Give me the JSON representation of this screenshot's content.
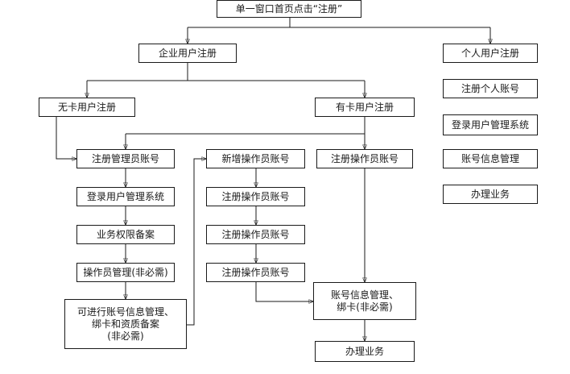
{
  "nodes": {
    "start": "单一窗口首页点击“注册”",
    "enterprise_register": "企业用户注册",
    "no_card_register": "无卡用户注册",
    "card_register": "有卡用户注册",
    "register_admin_account": "注册管理员账号",
    "login_user_mgmt": "登录用户管理系统",
    "business_permission_filing": "业务权限备案",
    "operator_mgmt": "操作员管理(非必需)",
    "account_info_mgmt_filing": "可进行账号信息管理、\n绑卡和资质备案\n(非必需)",
    "add_operator_account": "新增操作员账号",
    "register_operator_account_a": "注册操作员账号",
    "register_operator_account_b": "注册操作员账号",
    "register_operator_account_c": "注册操作员账号",
    "register_operator_account_d": "注册操作员账号",
    "account_info_bind_card": "账号信息管理、\n绑卡(非必需)",
    "handle_business_enterprise": "办理业务",
    "personal_register": "个人用户注册",
    "register_personal_account": "注册个人账号",
    "personal_login_user_mgmt": "登录用户管理系统",
    "personal_account_info_mgmt": "账号信息管理",
    "personal_handle_business": "办理业务"
  }
}
